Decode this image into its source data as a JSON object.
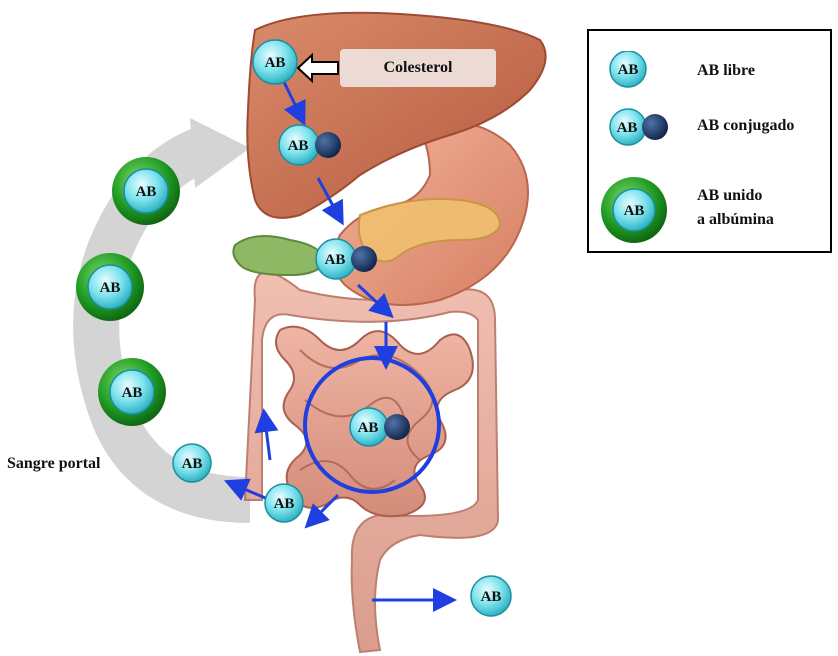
{
  "legend": {
    "items": [
      {
        "label": "AB libre",
        "icon": "free-bile-acid-icon"
      },
      {
        "label": "AB conjugado",
        "icon": "conjugated-bile-acid-icon"
      },
      {
        "label": "AB unido\na albúmina",
        "icon": "albumin-bound-bile-acid-icon"
      }
    ]
  },
  "labels": {
    "cholesterol": "Colesterol",
    "portal_blood": "Sangre portal",
    "ab": "AB"
  },
  "colors": {
    "free_ab": "#7fe3ee",
    "conjugate": "#1d3c6e",
    "albumin_ring": "#1e8a1e",
    "arrow": "#1f3fe0",
    "portal_arrow": "#cfcfcf",
    "organ": "#d98e6e"
  }
}
